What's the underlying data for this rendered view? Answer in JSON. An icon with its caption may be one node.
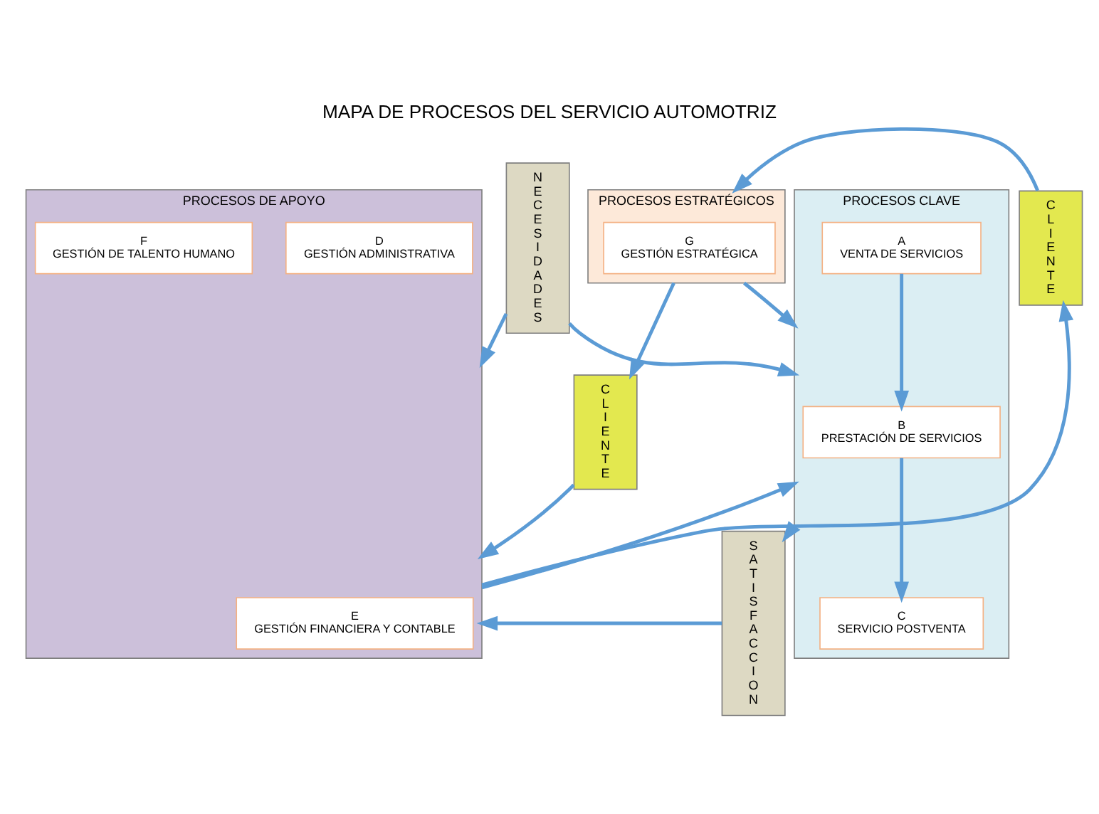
{
  "diagram": {
    "title": "MAPA DE PROCESOS DEL SERVICIO AUTOMOTRIZ",
    "nodes": [
      {
        "text": [
          "CLIENTE"
        ]
      },
      {
        "text": [
          "NECESIDADES"
        ]
      },
      {
        "text": [
          "PROCESOS ESTRATÉGICOS"
        ]
      },
      {
        "text": [
          "G",
          "GESTIÓN ESTRATÉGICA"
        ],
        "in": 2
      },
      {
        "text": [
          "PROCESOS CLAVE"
        ]
      },
      {
        "text": [
          "A",
          "VENTA DE SERVICIOS"
        ],
        "in": 4
      },
      {
        "text": [
          "B",
          "PRESTACIÓN DE SERVICIOS"
        ],
        "in": 4
      },
      {
        "text": [
          "C",
          "SERVICIO POSTVENTA"
        ],
        "in": 4
      },
      {
        "text": [
          "PROCESOS DE APOYO"
        ]
      },
      {
        "text": [
          "D",
          "GESTIÓN ADMINISTRATIVA"
        ],
        "in": 8
      },
      {
        "text": [
          "E",
          "GESTIÓN FINANCIERA Y CONTABLE"
        ],
        "in": 8
      },
      {
        "text": [
          "F",
          "GESTIÓN DE TALENTO HUMANO"
        ],
        "in": 8
      },
      {
        "text": [
          "SATISFACCION"
        ]
      },
      {
        "text": [
          "CLIENTE"
        ]
      }
    ],
    "edges": [
      {
        "from": 5,
        "to": 6,
        "arrow": "to"
      },
      {
        "from": 6,
        "to": 7,
        "arrow": "to"
      },
      {
        "from": 2,
        "to": 4,
        "arrow": "to"
      },
      {
        "from": 8,
        "to": 4,
        "arrow": "to"
      },
      {
        "from": 1,
        "to": 4,
        "arrow": "to"
      },
      {
        "from": 1,
        "to": 8,
        "arrow": "to"
      },
      {
        "from": 4,
        "to": 12,
        "arrow": "to"
      },
      {
        "from": 12,
        "to": 8,
        "arrow": "to"
      },
      {
        "from": 2,
        "to": 0,
        "arrow": "to"
      },
      {
        "from": 0,
        "to": 8,
        "arrow": "to"
      },
      {
        "from": 13,
        "to": 2,
        "arrow": "to"
      },
      {
        "from": 8,
        "to": 13,
        "arrow": "to"
      }
    ]
  }
}
